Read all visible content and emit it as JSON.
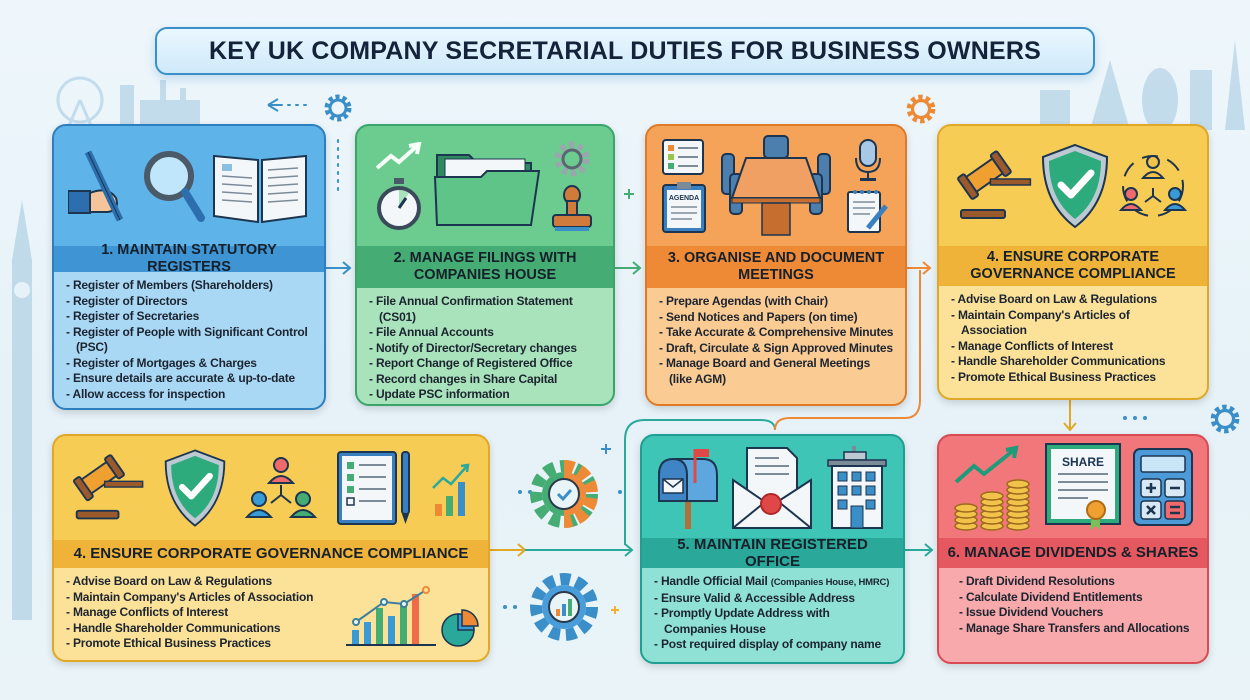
{
  "title": "KEY UK COMPANY SECRETARIAL DUTIES FOR BUSINESS OWNERS",
  "colors": {
    "blue": "#5eb3e8",
    "green": "#6ccb8e",
    "orange": "#f6a35a",
    "yellow": "#f7cc55",
    "teal": "#3fc5b6",
    "red": "#f2777b",
    "title_border": "#3a8fc9"
  },
  "panels": [
    {
      "id": "statutory-registers",
      "color": "blue",
      "heading": "1. MAINTAIN STATUTORY REGISTERS",
      "icons": [
        "hand-pen-icon",
        "magnifier-icon",
        "open-book-icon"
      ],
      "items": [
        "Register of Members (Shareholders)",
        "Register of Directors",
        "Register of Secretaries",
        "Register of People with Significant Control (PSC)",
        "Register of Mortgages & Charges",
        "Ensure details are accurate & up-to-date",
        "Allow access for inspection"
      ]
    },
    {
      "id": "filings-companies-house",
      "color": "green",
      "heading": "2. MANAGE FILINGS WITH COMPANIES HOUSE",
      "icons": [
        "trend-arrow-icon",
        "stopwatch-icon",
        "folder-icon",
        "gear-icon",
        "stamp-icon"
      ],
      "items": [
        "File Annual Confirmation Statement (CS01)",
        "File Annual Accounts",
        "Notify of Director/Secretary changes",
        "Report Change of Registered Office",
        "Record changes in Share Capital",
        "Update PSC information"
      ]
    },
    {
      "id": "meetings",
      "color": "orange",
      "heading": "3. ORGANISE AND DOCUMENT MEETINGS",
      "icons": [
        "checklist-icon",
        "agenda-clipboard-icon",
        "meeting-table-icon",
        "microphone-icon",
        "notepad-pen-icon"
      ],
      "agenda_label": "AGENDA",
      "items": [
        "Prepare Agendas (with Chair)",
        "Send Notices and Papers (on time)",
        "Take Accurate & Comprehensive Minutes",
        "Draft, Circulate & Sign Approved Minutes",
        "Manage Board and General Meetings (like AGM)"
      ]
    },
    {
      "id": "governance-top",
      "color": "yellow",
      "heading": "4. ENSURE CORPORATE GOVERNANCE COMPLIANCE",
      "icons": [
        "gavel-icon",
        "shield-check-icon",
        "people-network-icon"
      ],
      "items": [
        "Advise Board on Law & Regulations",
        "Maintain Company's Articles of Association",
        "Manage Conflicts of Interest",
        "Handle Shareholder Communications",
        "Promote Ethical Business Practices"
      ]
    },
    {
      "id": "governance-bottom",
      "color": "yellow",
      "heading": "4. ENSURE CORPORATE GOVERNANCE COMPLIANCE",
      "icons": [
        "gavel-icon",
        "shield-check-icon",
        "people-network-icon",
        "checklist-pen-icon",
        "bar-chart-icon",
        "line-bar-chart-icon",
        "pie-chart-icon"
      ],
      "items": [
        "Advise Board on Law & Regulations",
        "Maintain Company's Articles of Association",
        "Manage Conflicts of Interest",
        "Handle Shareholder Communications",
        "Promote Ethical Business Practices"
      ]
    },
    {
      "id": "registered-office",
      "color": "teal",
      "heading": "5. MAINTAIN REGISTERED OFFICE",
      "icons": [
        "mailbox-icon",
        "sealed-envelope-icon",
        "office-building-icon"
      ],
      "items": [
        {
          "main": "Handle Official Mail",
          "note": "(Companies House, HMRC)"
        },
        "Ensure Valid & Accessible Address",
        "Promptly Update Address with Companies House",
        "Post required display of company name"
      ]
    },
    {
      "id": "dividends-shares",
      "color": "red",
      "heading": "6. MANAGE DIVIDENDS & SHARES",
      "icons": [
        "coins-growth-icon",
        "share-certificate-icon",
        "calculator-icon"
      ],
      "certificate_label": "SHARE",
      "items": [
        "Draft Dividend Resolutions",
        "Calculate Dividend Entitlements",
        "Issue Dividend Vouchers",
        "Manage Share Transfers and Allocations"
      ]
    }
  ]
}
